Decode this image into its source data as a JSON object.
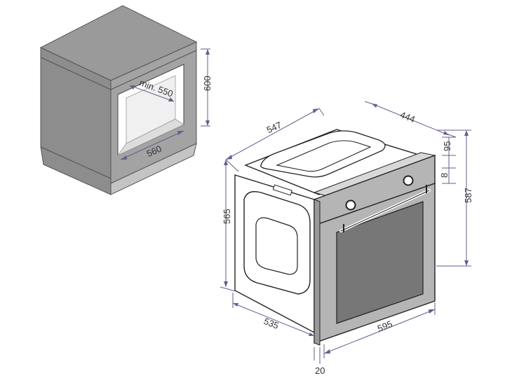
{
  "colors": {
    "cabinet_top": "#9a9a9a",
    "cabinet_front": "#8d8d8d",
    "cabinet_side": "#a3a3a3",
    "cabinet_shadow": "#c4c4c4",
    "dimension_line": "#6b5a8c",
    "oven_glass": "#777777",
    "oven_panel": "#b5b5b5",
    "outline": "#222222"
  },
  "cabinet": {
    "dim_min_depth": "min. 550",
    "dim_width": "560",
    "dim_height": "600"
  },
  "oven": {
    "dim_depth_total": "547",
    "dim_top_depth": "444",
    "dim_panel_height": "95",
    "dim_gap": "8",
    "dim_total_height": "587",
    "dim_body_height": "565",
    "dim_body_depth": "535",
    "dim_front_width": "595",
    "dim_front_thickness": "20"
  }
}
